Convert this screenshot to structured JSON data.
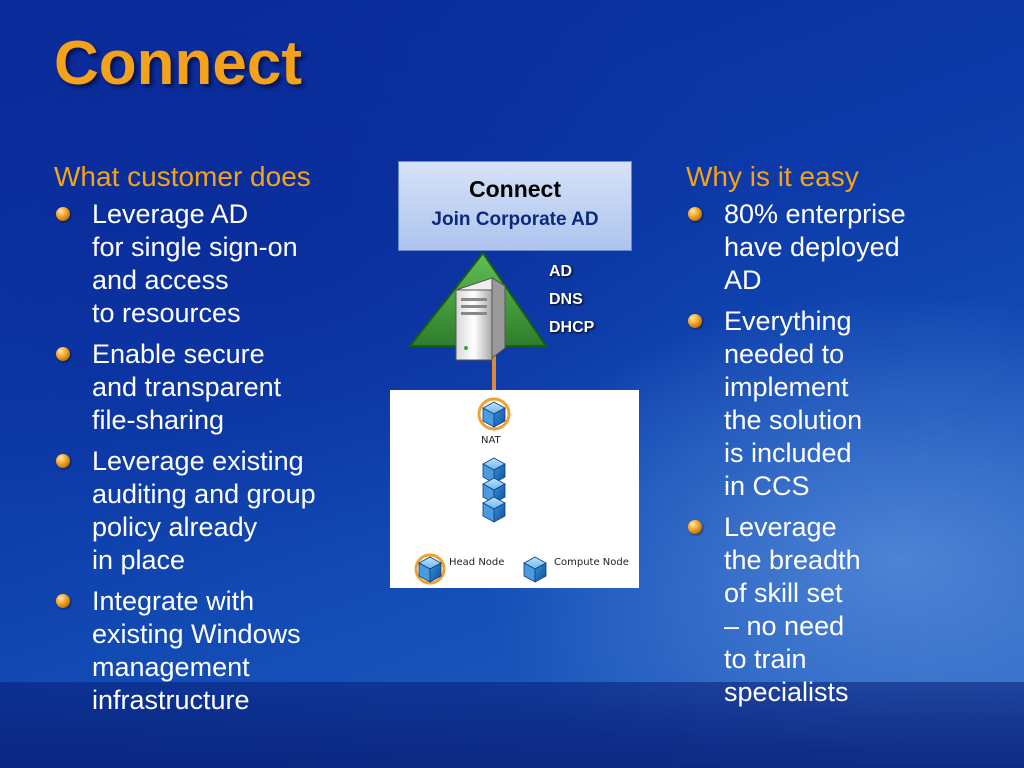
{
  "slide": {
    "title": "Connect"
  },
  "left_column": {
    "heading": "What customer does",
    "items": [
      "Leverage AD\nfor single sign-on\nand access\nto resources",
      "Enable secure\nand transparent\nfile-sharing",
      "Leverage existing\nauditing and group\npolicy already\nin place",
      "Integrate with\nexisting Windows\nmanagement\ninfrastructure"
    ]
  },
  "right_column": {
    "heading": "Why is it easy",
    "items": [
      "80% enterprise\nhave deployed\nAD",
      "Everything\nneeded to\nimplement\nthe solution\nis included\nin CCS",
      "Leverage\nthe breadth\nof skill set\n – no need\nto train\nspecialists"
    ]
  },
  "diagram": {
    "connect_box": {
      "title": "Connect",
      "subtitle": "Join Corporate AD"
    },
    "services": [
      "AD",
      "DNS",
      "DHCP"
    ],
    "network": {
      "nat_label": "NAT",
      "head_node_label": "Head Node",
      "compute_node_label": "Compute Node"
    }
  },
  "colors": {
    "accent": "#f5a21b",
    "background": "#0c3aa8",
    "triangle": "#3f9a3a",
    "connector": "#d98b3a"
  }
}
